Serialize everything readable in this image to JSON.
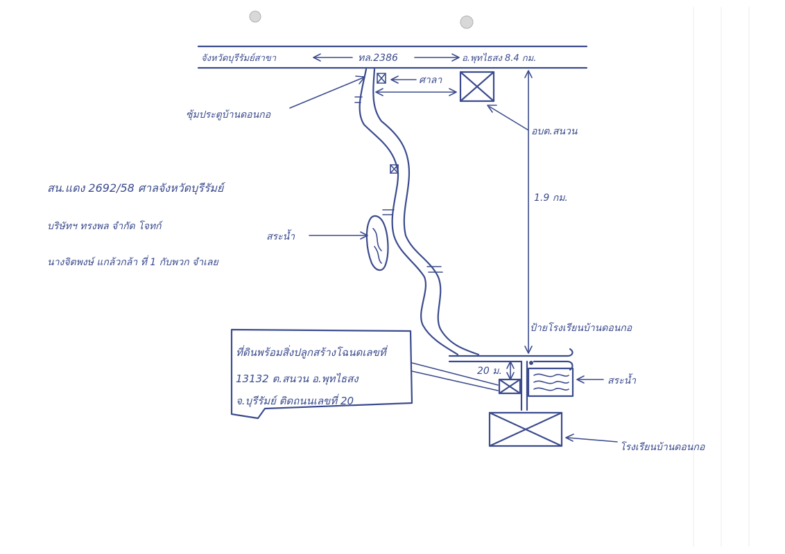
{
  "road": {
    "name": "ทล.2386",
    "left_label": "จังหวัดบุรีรัมย์สาขา",
    "right_label": "อ.พุทไธสง 8.4 กม."
  },
  "labels": {
    "sala": "ศาลา",
    "village_entrance": "ซุ้มประตูบ้านดอนกอ",
    "sao_office": "อบต.สนวน",
    "distance_long": "1.9 กม.",
    "pond_top": "สระน้ำ",
    "school_sign": "ป้ายโรงเรียนบ้านดอนกอ",
    "distance_short": "20 ม.",
    "pond_bottom": "สระน้ำ",
    "school": "โรงเรียนบ้านดอนกอ"
  },
  "notes": {
    "line1": "สน.แดง 2692/58 ศาลจังหวัดบุรีรัมย์",
    "line2": "บริษัทฯ ทรงพล จำกัด โจทก์",
    "line3": "นางจิตพงษ์ แกล้วกล้า ที่ 1 กับพวก จำเลย"
  },
  "property_box": {
    "line1": "ที่ดินพร้อมสิ่งปลูกสร้างโฉนดเลขที่",
    "line2": "13132 ต.สนวน อ.พุทไธสง",
    "line3": "จ.บุรีรัมย์ ติดถนนเลขที่ 20"
  },
  "colors": {
    "ink": "#3a4a8c",
    "paper": "#ffffff"
  }
}
